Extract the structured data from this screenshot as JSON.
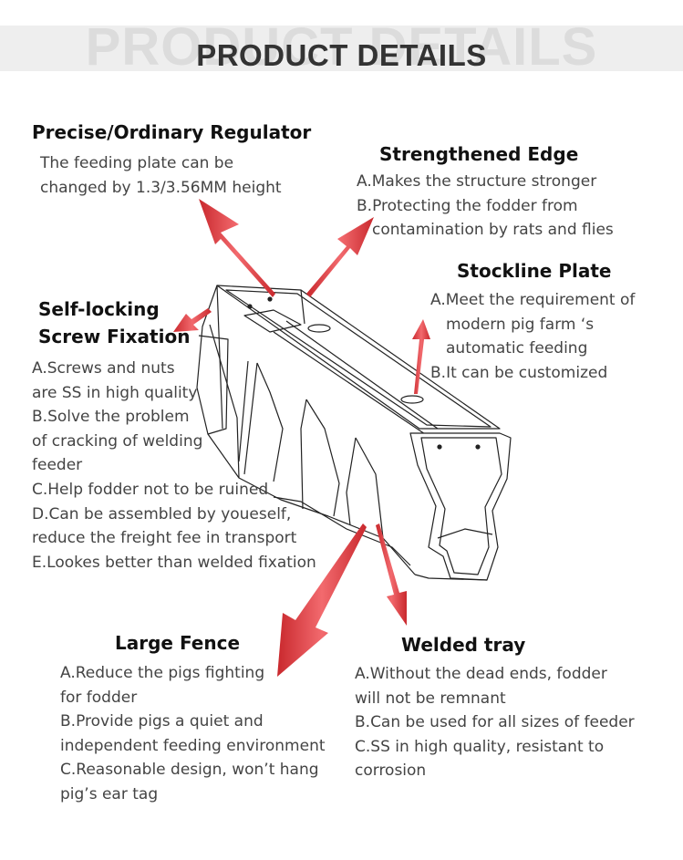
{
  "header": {
    "watermark": "PRODUCT DETAILS",
    "title": "PRODUCT DETAILS"
  },
  "features": {
    "regulator": {
      "title": "Precise/Ordinary Regulator",
      "lines": [
        "The feeding plate can be",
        "changed by 1.3/3.56MM height"
      ]
    },
    "edge": {
      "title": "Strengthened Edge",
      "lines": [
        "A.Makes the structure stronger",
        "B.Protecting the fodder from",
        "contamination by rats and flies"
      ]
    },
    "stockline": {
      "title": "Stockline Plate",
      "lines": [
        "A.Meet the requirement of",
        "modern pig farm ‘s",
        "automatic feeding",
        "B.It can be customized"
      ]
    },
    "screw": {
      "title_line1": "Self-locking",
      "title_line2": "Screw Fixation",
      "lines": [
        "A.Screws and nuts",
        "are SS in high quality",
        "B.Solve the problem",
        "of cracking of welding",
        "feeder",
        "C.Help fodder not to be ruined",
        "D.Can be assembled by youeself,",
        "reduce the freight fee in transport",
        "E.Lookes better than welded fixation"
      ]
    },
    "fence": {
      "title": "Large Fence",
      "lines": [
        "A.Reduce the pigs fighting",
        "for fodder",
        "B.Provide pigs a quiet and",
        "independent feeding environment",
        "C.Reasonable design, won’t hang",
        "pig’s ear tag"
      ]
    },
    "tray": {
      "title": "Welded tray",
      "lines": [
        "A.Without the dead ends, fodder",
        "will not be remnant",
        "B.Can be used for all sizes of feeder",
        "C.SS in high quality, resistant to",
        "corrosion"
      ]
    }
  },
  "colors": {
    "arrow": "#e8383d",
    "outline": "#222222"
  }
}
